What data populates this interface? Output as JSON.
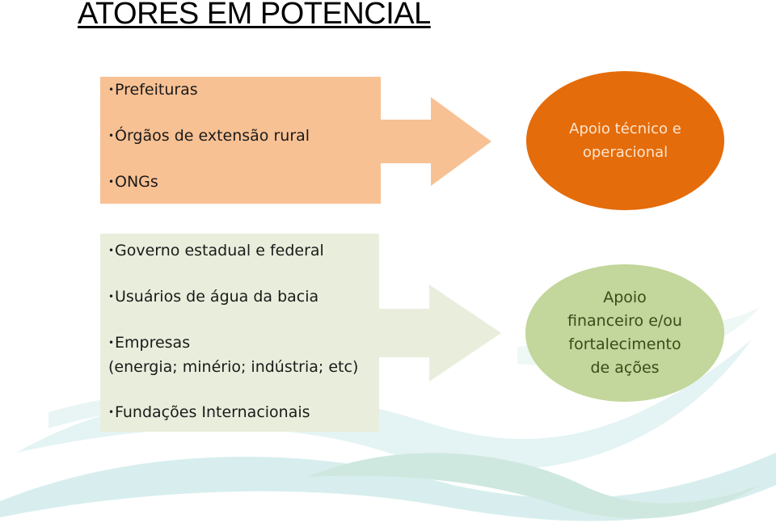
{
  "title": "ATORES EM POTENCIAL",
  "top_group": {
    "items": [
      "Prefeituras",
      "Órgãos de extensão rural",
      "ONGs"
    ],
    "result": "Apoio técnico e\noperacional",
    "colors": {
      "box": "#f8c194",
      "arrow": "#f8c194",
      "oval": "#e46c0a"
    }
  },
  "bottom_group": {
    "items": [
      "Governo estadual e federal",
      "Usuários de água da bacia",
      "Empresas",
      "Fundações Internacionais"
    ],
    "items_continuation": "(energia; minério; indústria; etc)",
    "result": "Apoio\nfinanceiro e/ou\nfortalecimento\nde ações",
    "colors": {
      "box": "#e9eedc",
      "arrow": "#e9eedc",
      "oval": "#c3d69b"
    }
  }
}
